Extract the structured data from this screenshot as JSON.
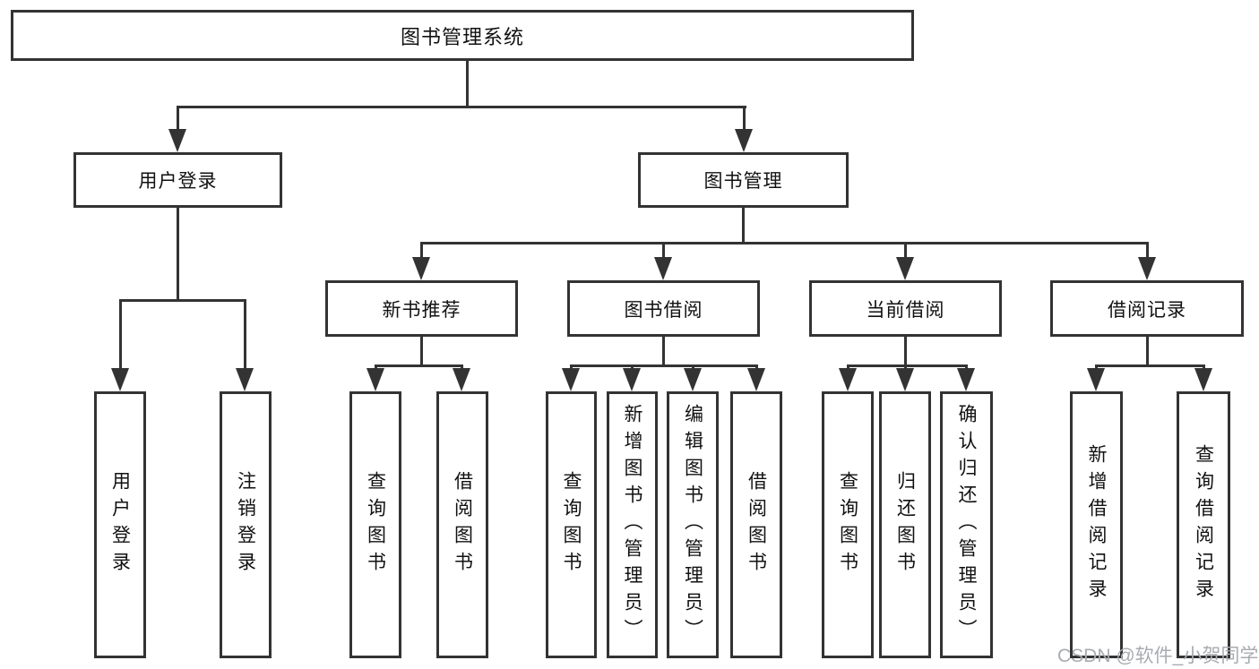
{
  "diagram_type": "hierarchy-tree",
  "colors": {
    "line": "#333333",
    "node_border": "#333333",
    "node_fill": "#ffffff",
    "text": "#111111",
    "watermark": "#a8abb0",
    "background": "#ffffff"
  },
  "tree": {
    "label": "图书管理系统",
    "children": [
      {
        "label": "用户登录",
        "children": [
          {
            "label": "用户登录"
          },
          {
            "label": "注销登录"
          }
        ]
      },
      {
        "label": "图书管理",
        "children": [
          {
            "label": "新书推荐",
            "children": [
              {
                "label": "查询图书"
              },
              {
                "label": "借阅图书"
              }
            ]
          },
          {
            "label": "图书借阅",
            "children": [
              {
                "label": "查询图书"
              },
              {
                "label": "新增图书（管理员）"
              },
              {
                "label": "编辑图书（管理员）"
              },
              {
                "label": "借阅图书"
              }
            ]
          },
          {
            "label": "当前借阅",
            "children": [
              {
                "label": "查询图书"
              },
              {
                "label": "归还图书"
              },
              {
                "label": "确认归还（管理员）"
              }
            ]
          },
          {
            "label": "借阅记录",
            "children": [
              {
                "label": "新增借阅记录"
              },
              {
                "label": "查询借阅记录"
              }
            ]
          }
        ]
      }
    ]
  },
  "watermark": {
    "text": "CSDN @软件_小贺同学"
  }
}
